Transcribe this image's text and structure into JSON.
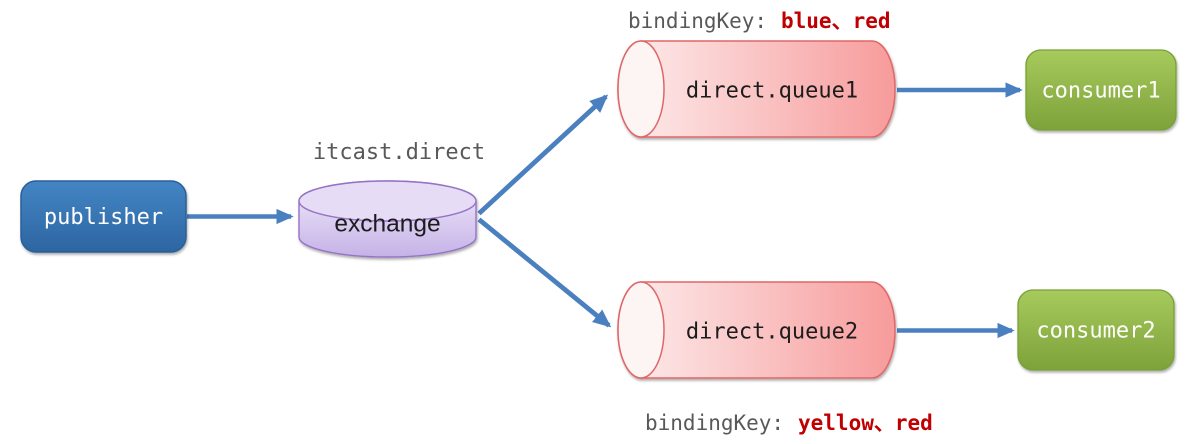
{
  "diagram": {
    "type": "rabbitmq-direct-exchange-topology",
    "nodes": {
      "publisher": {
        "label": "publisher"
      },
      "exchange": {
        "label": "exchange",
        "caption": "itcast.direct"
      },
      "queue1": {
        "label": "direct.queue1",
        "binding_label": "bindingKey:",
        "binding_keys": "blue、red"
      },
      "queue2": {
        "label": "direct.queue2",
        "binding_label": "bindingKey:",
        "binding_keys": "yellow、red"
      },
      "consumer1": {
        "label": "consumer1"
      },
      "consumer2": {
        "label": "consumer2"
      }
    },
    "edges": [
      {
        "from": "publisher",
        "to": "exchange"
      },
      {
        "from": "exchange",
        "to": "direct.queue1"
      },
      {
        "from": "exchange",
        "to": "direct.queue2"
      },
      {
        "from": "direct.queue1",
        "to": "consumer1"
      },
      {
        "from": "direct.queue2",
        "to": "consumer2"
      }
    ],
    "colors": {
      "publisher_top": "#4385c4",
      "publisher_bottom": "#2d65a2",
      "publisher_border": "#2a5e97",
      "consumer_top": "#a7ca5d",
      "consumer_bottom": "#7da23a",
      "consumer_border": "#79a035",
      "queue_light": "#fdeeee",
      "queue_dark": "#f79b9b",
      "queue_ellipse": "#fdf4f4",
      "queue_border": "#e06666",
      "exchange_top": "#f2ecfb",
      "exchange_bottom": "#c5b2e7",
      "exchange_ellipse": "#e7dcf6",
      "exchange_border": "#9673c6",
      "arrow": "#4a80bf",
      "binding_key_text": "#c00000",
      "caption_text": "#595959",
      "node_text_light": "#ffffff",
      "node_text_dark": "#1a1a1a"
    }
  }
}
